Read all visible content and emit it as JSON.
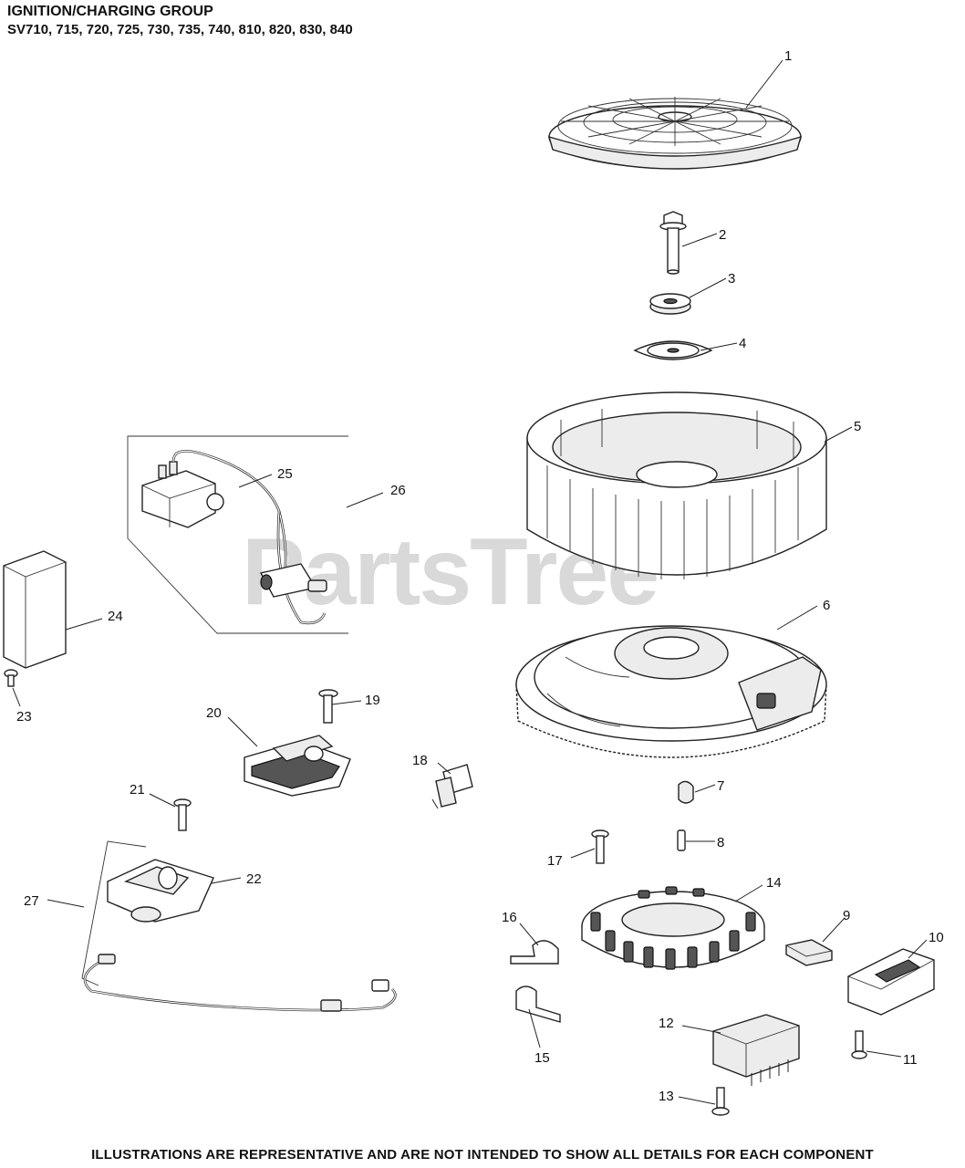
{
  "header": {
    "title": "IGNITION/CHARGING GROUP",
    "models": "SV710, 715, 720, 725, 730, 735, 740, 810, 820, 830, 840"
  },
  "footer": {
    "disclaimer": "ILLUSTRATIONS ARE REPRESENTATIVE AND ARE NOT INTENDED TO SHOW ALL DETAILS FOR EACH COMPONENT"
  },
  "watermark": "PartsTree",
  "callouts": [
    "1",
    "2",
    "3",
    "4",
    "5",
    "6",
    "7",
    "8",
    "9",
    "10",
    "11",
    "12",
    "13",
    "14",
    "15",
    "16",
    "17",
    "18",
    "19",
    "20",
    "21",
    "22",
    "23",
    "24",
    "25",
    "26",
    "27"
  ]
}
